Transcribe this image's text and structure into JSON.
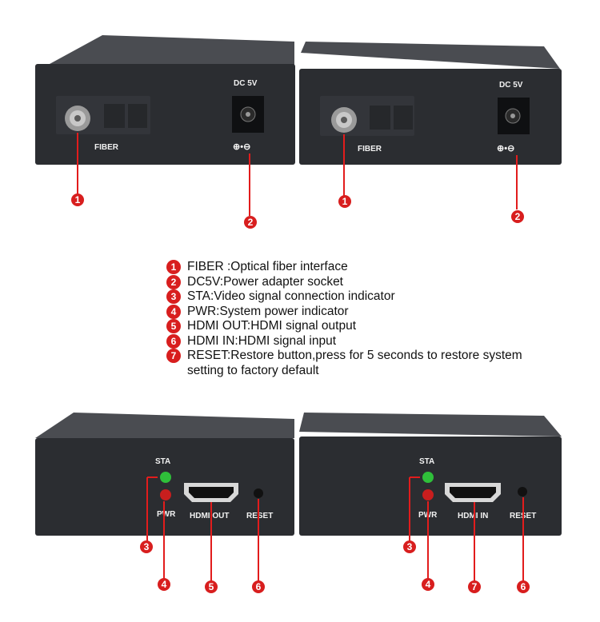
{
  "top_devices": [
    {
      "fiber_label": "FIBER",
      "dc_label": "DC 5V",
      "polarity": "⊕•⊖",
      "callouts": [
        "1",
        "2"
      ]
    },
    {
      "fiber_label": "FIBER",
      "dc_label": "DC 5V",
      "polarity": "⊕•⊖",
      "callouts": [
        "1",
        "2"
      ]
    }
  ],
  "legend": [
    {
      "num": "1",
      "text": "FIBER :Optical fiber interface"
    },
    {
      "num": "2",
      "text": "DC5V:Power adapter socket"
    },
    {
      "num": "3",
      "text": "STA:Video signal connection indicator"
    },
    {
      "num": "4",
      "text": "PWR:System power indicator"
    },
    {
      "num": "5",
      "text": "HDMI OUT:HDMI signal output"
    },
    {
      "num": "6",
      "text": "HDMI IN:HDMI signal input"
    },
    {
      "num": "7",
      "text": "RESET:Restore button,press for 5 seconds to restore system setting to factory default"
    }
  ],
  "bottom_devices": [
    {
      "sta": "STA",
      "pwr": "PWR",
      "hdmi": "HDMI OUT",
      "reset": "RESET",
      "callouts": [
        "3",
        "4",
        "5",
        "6"
      ]
    },
    {
      "sta": "STA",
      "pwr": "PWR",
      "hdmi": "HDMI IN",
      "reset": "RESET",
      "callouts": [
        "3",
        "4",
        "7",
        "6"
      ]
    }
  ],
  "colors": {
    "callout": "#d81e1e",
    "led_green": "#2fbf3a",
    "led_red": "#c81e1e"
  }
}
